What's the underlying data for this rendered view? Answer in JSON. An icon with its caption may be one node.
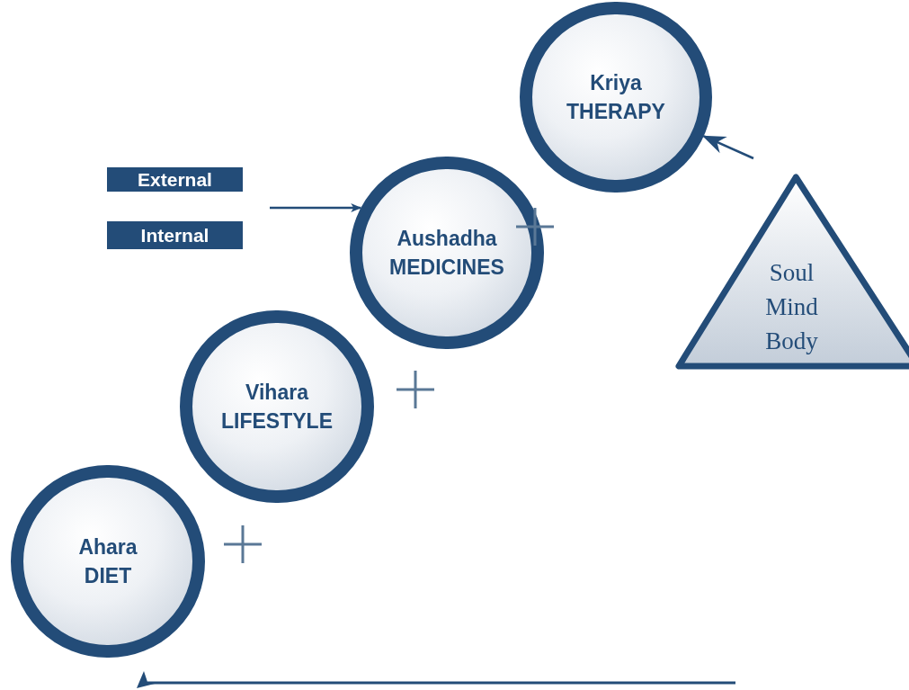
{
  "diagram": {
    "nodes": [
      {
        "text": [
          "Kriya",
          "THERAPY"
        ]
      },
      {
        "text": [
          "External"
        ]
      },
      {
        "text": [
          "Internal"
        ]
      },
      {
        "text": [
          "Aushadha",
          "MEDICINES"
        ]
      },
      {
        "text": [
          "Soul Mind Body"
        ]
      },
      {
        "text": [
          "Vihara",
          "LIFESTYLE"
        ]
      },
      {
        "text": [
          "Ahara",
          "DIET"
        ]
      }
    ],
    "edges": [
      {
        "from": null,
        "to": 3,
        "arrow": "to"
      },
      {
        "from": null,
        "to": 0,
        "arrow": "to"
      }
    ]
  }
}
